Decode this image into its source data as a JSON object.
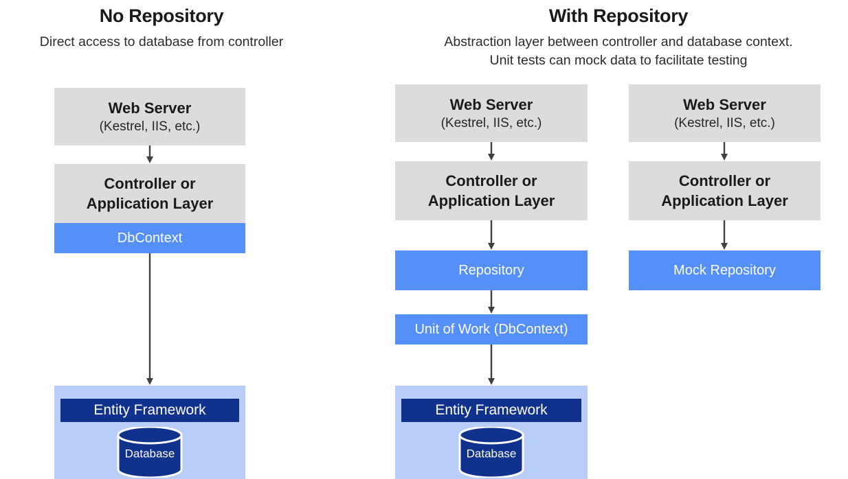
{
  "colors": {
    "gray_box": "#dcdcdc",
    "blue_box": "#5590f8",
    "light_blue_panel": "#b8cdf8",
    "navy_bar": "#10318c",
    "arrow": "#404040",
    "text_dark": "#1a1a1a",
    "text_white": "#ffffff"
  },
  "columns": {
    "left": {
      "title": "No Repository",
      "subtitle_lines": [
        "Direct access to database from controller"
      ],
      "blocks": {
        "web_server_title": "Web Server",
        "web_server_sub": "(Kestrel, IIS, etc.)",
        "controller_line1": "Controller or",
        "controller_line2": "Application Layer",
        "dbcontext": "DbContext",
        "entity_framework": "Entity Framework",
        "database": "Database"
      }
    },
    "middle": {
      "title": "With Repository",
      "subtitle_lines": [
        "Abstraction layer between controller and database context.",
        "Unit tests can mock data to facilitate testing"
      ],
      "blocks": {
        "web_server_title": "Web Server",
        "web_server_sub": "(Kestrel, IIS, etc.)",
        "controller_line1": "Controller or",
        "controller_line2": "Application Layer",
        "repository": "Repository",
        "unit_of_work": "Unit of Work (DbContext)",
        "entity_framework": "Entity Framework",
        "database": "Database"
      }
    },
    "right": {
      "blocks": {
        "web_server_title": "Web Server",
        "web_server_sub": "(Kestrel, IIS, etc.)",
        "controller_line1": "Controller or",
        "controller_line2": "Application Layer",
        "mock_repository": "Mock Repository"
      }
    }
  }
}
